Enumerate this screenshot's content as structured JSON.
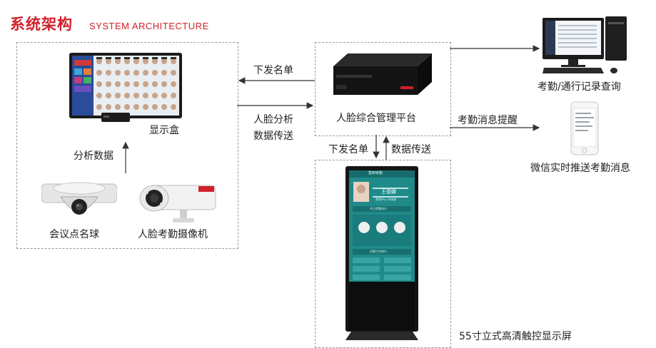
{
  "header": {
    "title_cn": "系统架构",
    "title_en": "SYSTEM ARCHITECTURE"
  },
  "nodes": {
    "display_box": "显示盒",
    "conference_camera": "会议点名球",
    "face_camera": "人脸考勤摄像机",
    "platform": "人脸综合管理平台",
    "records_pc": "考勤/通行记录查询",
    "wechat": "微信实时推送考勤消息",
    "kiosk": "55寸立式高清触控显示屏"
  },
  "edges": {
    "analysis_data": "分析数据",
    "issue_list_left": "下发名单",
    "face_analysis": "人脸分析",
    "data_transfer_left": "数据传送",
    "alert": "考勤消息提醒",
    "issue_list_down": "下发名单",
    "data_transfer_up": "数据传送"
  },
  "kiosk_screen": {
    "header": "签到考勤",
    "name": "王德娜",
    "dept": "营销中心·市场部",
    "section_today": "今日考勤排行",
    "section_recent": "近期工作排行"
  },
  "colors": {
    "accent": "#d0202a",
    "screen_teal": "#1f8a8a"
  }
}
